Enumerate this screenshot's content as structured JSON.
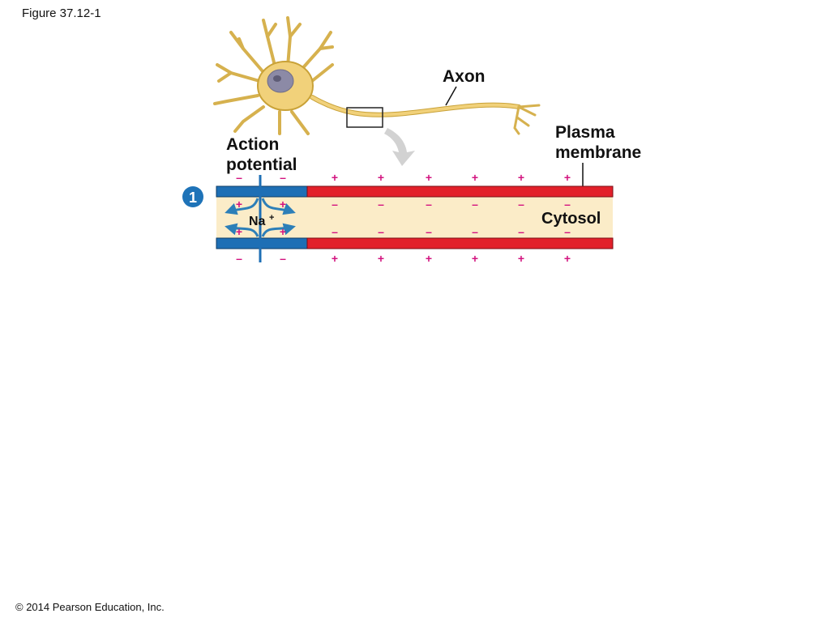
{
  "figure_label": "Figure 37.12-1",
  "copyright": "© 2014 Pearson Education, Inc.",
  "labels": {
    "axon": "Axon",
    "plasma_membrane_line1": "Plasma",
    "plasma_membrane_line2": "membrane",
    "action_potential_line1": "Action",
    "action_potential_line2": "potential",
    "cytosol": "Cytosol",
    "ion": "Na",
    "ion_charge": "+",
    "step_number": "1"
  },
  "charges": {
    "top_outside": [
      "–",
      "–",
      "+",
      "+",
      "+",
      "+",
      "+",
      "+"
    ],
    "top_inside": [
      "+",
      "+",
      "–",
      "–",
      "–",
      "–",
      "–",
      "–"
    ],
    "bottom_inside": [
      "+",
      "+",
      "–",
      "–",
      "–",
      "–",
      "–",
      "–"
    ],
    "bottom_outside": [
      "–",
      "–",
      "+",
      "+",
      "+",
      "+",
      "+",
      "+"
    ]
  },
  "colors": {
    "depolarized_membrane": "#1e6fb5",
    "resting_membrane": "#e2202a",
    "cytosol": "#fbecc8",
    "neuron": "#f1d17a",
    "neuron_outline": "#c9a238",
    "nucleus": "#8c8aa6",
    "charge_sign": "#d3137f",
    "arrow": "#2d7fb8",
    "step_badge": "#1e73b8"
  }
}
